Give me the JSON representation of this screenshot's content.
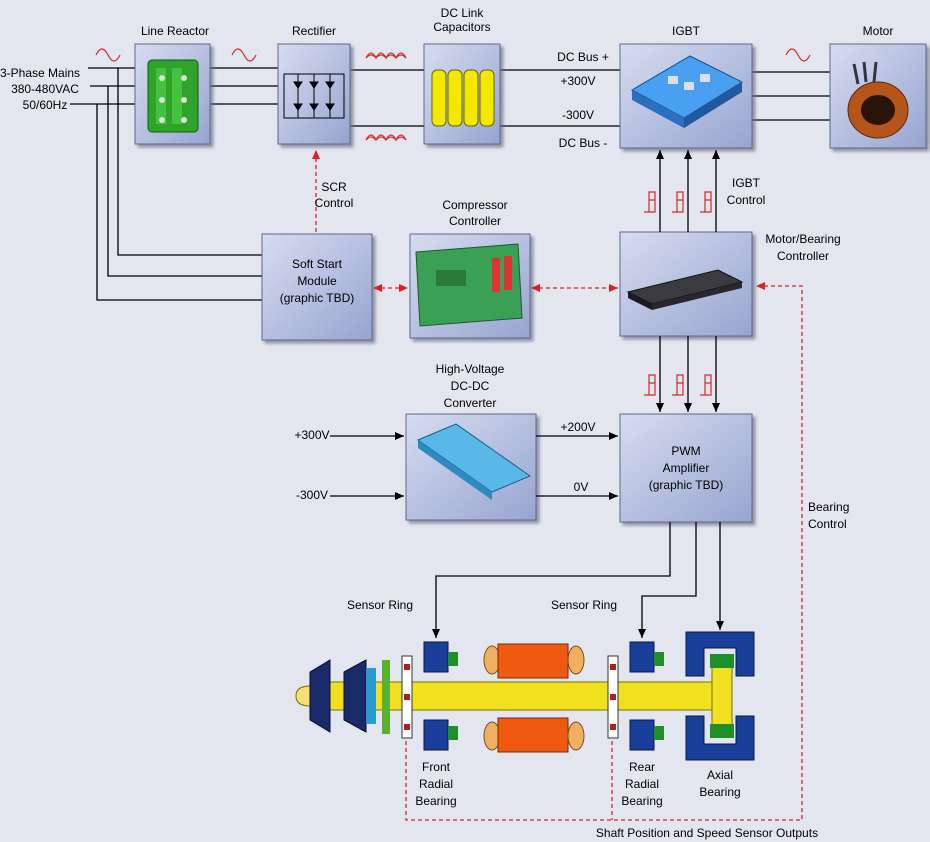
{
  "labels": {
    "mains_line1": "3-Phase Mains",
    "mains_line2": "380-480VAC",
    "mains_line3": "50/60Hz",
    "line_reactor": "Line Reactor",
    "rectifier": "Rectifier",
    "dc_link_line1": "DC Link",
    "dc_link_line2": "Capacitors",
    "igbt": "IGBT",
    "motor": "Motor",
    "dc_bus_plus": "DC Bus +",
    "plus_300": "+300V",
    "minus_300": "-300V",
    "dc_bus_minus": "DC Bus -",
    "scr_control_line1": "SCR",
    "scr_control_line2": "Control",
    "compressor_line1": "Compressor",
    "compressor_line2": "Controller",
    "igbt_control_line1": "IGBT",
    "igbt_control_line2": "Control",
    "motor_bearing_line1": "Motor/Bearing",
    "motor_bearing_line2": "Controller",
    "soft_start_line1": "Soft Start",
    "soft_start_line2": "Module",
    "soft_start_line3": "(graphic TBD)",
    "hv_line1": "High-Voltage",
    "hv_line2": "DC-DC",
    "hv_line3": "Converter",
    "in_plus_300": "+300V",
    "in_minus_300": "-300V",
    "out_plus_200": "+200V",
    "out_0v": "0V",
    "pwm_line1": "PWM",
    "pwm_line2": "Amplifier",
    "pwm_line3": "(graphic TBD)",
    "bearing_control_line1": "Bearing",
    "bearing_control_line2": "Control",
    "sensor_ring_front": "Sensor Ring",
    "sensor_ring_rear": "Sensor Ring",
    "front_radial_line1": "Front",
    "front_radial_line2": "Radial",
    "front_radial_line3": "Bearing",
    "rear_radial_line1": "Rear",
    "rear_radial_line2": "Radial",
    "rear_radial_line3": "Bearing",
    "axial_line1": "Axial",
    "axial_line2": "Bearing",
    "shaft_outputs": "Shaft Position and Speed Sensor Outputs"
  },
  "colors": {
    "background": "#e3e6ee",
    "box_fill": "#b5bfe0",
    "control_dashed": "#e02020",
    "wave_red": "#d42a2a",
    "line_reactor": "#2fa32a",
    "capacitor": "#f2e800",
    "igbt_module": "#4aa0f0",
    "motor_coil": "#b5551a",
    "shaft": "#f0e020",
    "bearing_blue": "#1a3f9a",
    "bearing_green": "#1f8f2a",
    "motor_orange": "#f05a10"
  }
}
